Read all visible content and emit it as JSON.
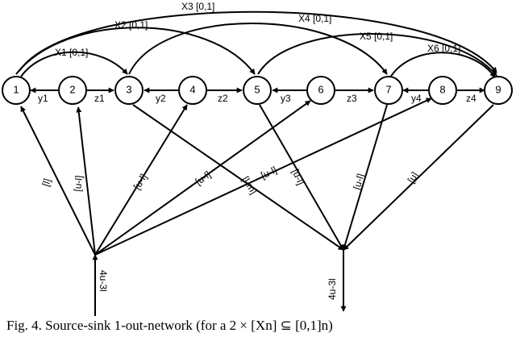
{
  "nodes": [
    "1",
    "2",
    "3",
    "4",
    "5",
    "6",
    "7",
    "8",
    "9"
  ],
  "short_edges": {
    "y1": "y1",
    "z1": "z1",
    "y2": "y2",
    "z2": "z2",
    "y3": "y3",
    "z3": "z3",
    "y4": "y4",
    "z4": "z4"
  },
  "arcs": {
    "x1": "X1 [0,1]",
    "x2": "X2 [0,1]",
    "x3": "X3 [0,1]",
    "x4": "X4 [0,1]",
    "x5": "X5 [0,1]",
    "x6": "X6 [0,1]"
  },
  "source_edges": {
    "to1": "[l]",
    "to2": "[u-l]",
    "to4": "[u-l]",
    "to6": "[u-l]",
    "to8": "[u-l]",
    "in": "4u-3l"
  },
  "sink_edges": {
    "from3": "[l-m]",
    "from5": "[u-l]",
    "from7": "[u-l]",
    "from9": "[u]",
    "out": "4u-3l"
  },
  "caption": "Fig. 4.   Source-sink 1-out-network (for a 2 × [Xn] ⊆ [0,1]n)"
}
